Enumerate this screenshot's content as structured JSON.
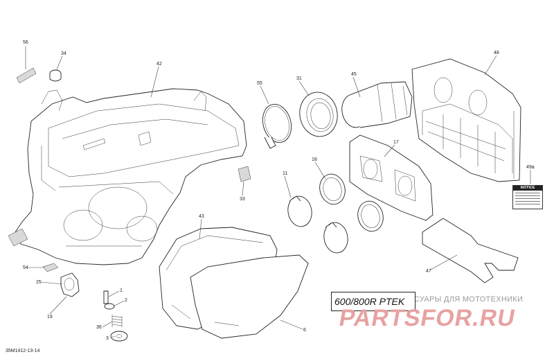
{
  "diagram": {
    "callouts": {
      "c56": "56",
      "c34": "34",
      "c42": "42",
      "c55": "55",
      "c31": "31",
      "c45": "45",
      "c48": "48",
      "c17": "17",
      "c18": "18",
      "c11": "11",
      "c33": "33",
      "c49a": "49a",
      "c43": "43",
      "c54": "54",
      "c25": "25",
      "c19": "19",
      "c1": "1",
      "c2": "2",
      "c36": "36",
      "c3": "3",
      "c6": "6",
      "c47": "47"
    },
    "notice_title": "NOTICE",
    "model_label": "600/800R PTEK",
    "watermark_text": "ЕССУАРЫ ДЛЯ МОТОТЕХНИКИ",
    "watermark_logo": "PARTSFOR.RU",
    "ref_code": "35M1412-13-14"
  }
}
